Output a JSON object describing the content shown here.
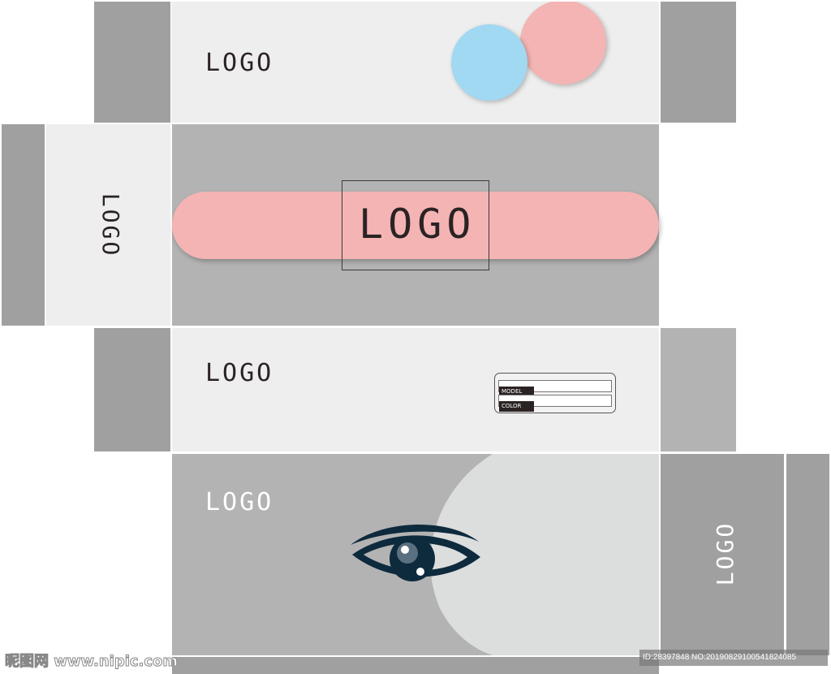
{
  "panels": {
    "top": {
      "logo": "LOGO"
    },
    "side_left": {
      "logo": "LOGO"
    },
    "front": {
      "logo": "LOGO"
    },
    "info": {
      "logo": "LOGO",
      "model_label": "MODEL",
      "color_label": "COLOR"
    },
    "bottom": {
      "logo": "LOGO"
    },
    "side_right": {
      "logo": "LOGO"
    }
  },
  "colors": {
    "pink": "#f4b4b4",
    "blue": "#a1d8f2",
    "dark_gray": "#a0a0a0",
    "mid_gray": "#b3b3b3",
    "light_gray": "#eeeeee",
    "eye": "#0e2a3d"
  },
  "watermark": {
    "site": "昵图网 www.nipic.com",
    "id": "ID:28397848 NO:20190829100541824085"
  }
}
